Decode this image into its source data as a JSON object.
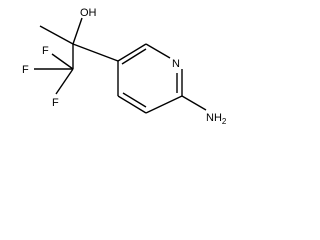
{
  "molecule": {
    "labels": {
      "hydroxyl": "OH",
      "fluorine_top": "F",
      "fluorine_left": "F",
      "fluorine_bottom": "F",
      "ring_nitrogen": "N",
      "amine": "NH",
      "amine_subscript": "2"
    }
  },
  "colors": {
    "ink": "#000000",
    "background": "#ffffff"
  }
}
